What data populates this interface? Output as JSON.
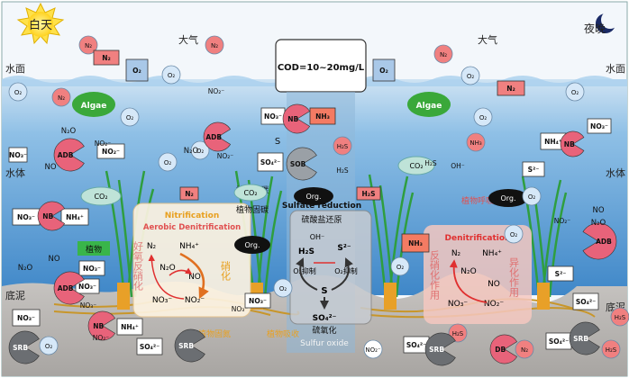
{
  "labels": {
    "day": "白天",
    "night": "夜晚",
    "atmosphere": "大气",
    "water_surface": "水面",
    "water_body": "水体",
    "sediment": "底泥",
    "cod": "COD=10~20mg/L",
    "algae": "Algae",
    "nitrification": "Nitrification",
    "aerobic_denit": "Aerobic  Denitrification",
    "aerobic_denit_cn": "好氧反硝化",
    "nitrification_cn": "硝化",
    "plant_fix_carbon": "植物固碳",
    "plant": "植物",
    "plant_fix_nitrogen": "植物固氮",
    "plant_uptake": "植物吸收",
    "plant_respiration": "植物呼吸",
    "sulfate_reduction": "Sulfate reduction",
    "sulfate_reduction_cn": "硫酸盐还原",
    "o2_inhibit": "O₂抑制",
    "sulfur_oxidation_cn": "硫氧化",
    "sulfur_oxide": "Sulfur oxide",
    "denitrification": "Denitrification",
    "denit_cn": "反硝化作用",
    "anammox_cn": "异化作用"
  },
  "species": {
    "n2": "N₂",
    "o2": "O₂",
    "nh3": "NH₃",
    "nh4": "NH₄⁺",
    "no2": "NO₂⁻",
    "no3": "NO₃⁻",
    "no": "NO",
    "n2o": "N₂O",
    "co2": "CO₂",
    "h2s": "H₂S",
    "s": "S",
    "s2": "S²⁻",
    "so4": "SO₄²⁻",
    "oh": "OH⁻",
    "org": "Org."
  },
  "microbes": {
    "nb": "NB",
    "adb": "ADB",
    "sob": "SOB",
    "srb": "SRB",
    "db": "DB"
  },
  "colors": {
    "sky_day": "#f4f8fc",
    "water_top": "#7fb6df",
    "water_mid": "#4a8fcf",
    "sediment": "#b9b6b3",
    "n2_ball": "#f08080",
    "o2_ball": "#d6e8f8",
    "algae": "#3aa83a",
    "plant": "#39b54a",
    "nb": "#e8637a",
    "sob": "#9aa0a6",
    "srb": "#6b6e72",
    "nh3_box": "#f47b63"
  }
}
